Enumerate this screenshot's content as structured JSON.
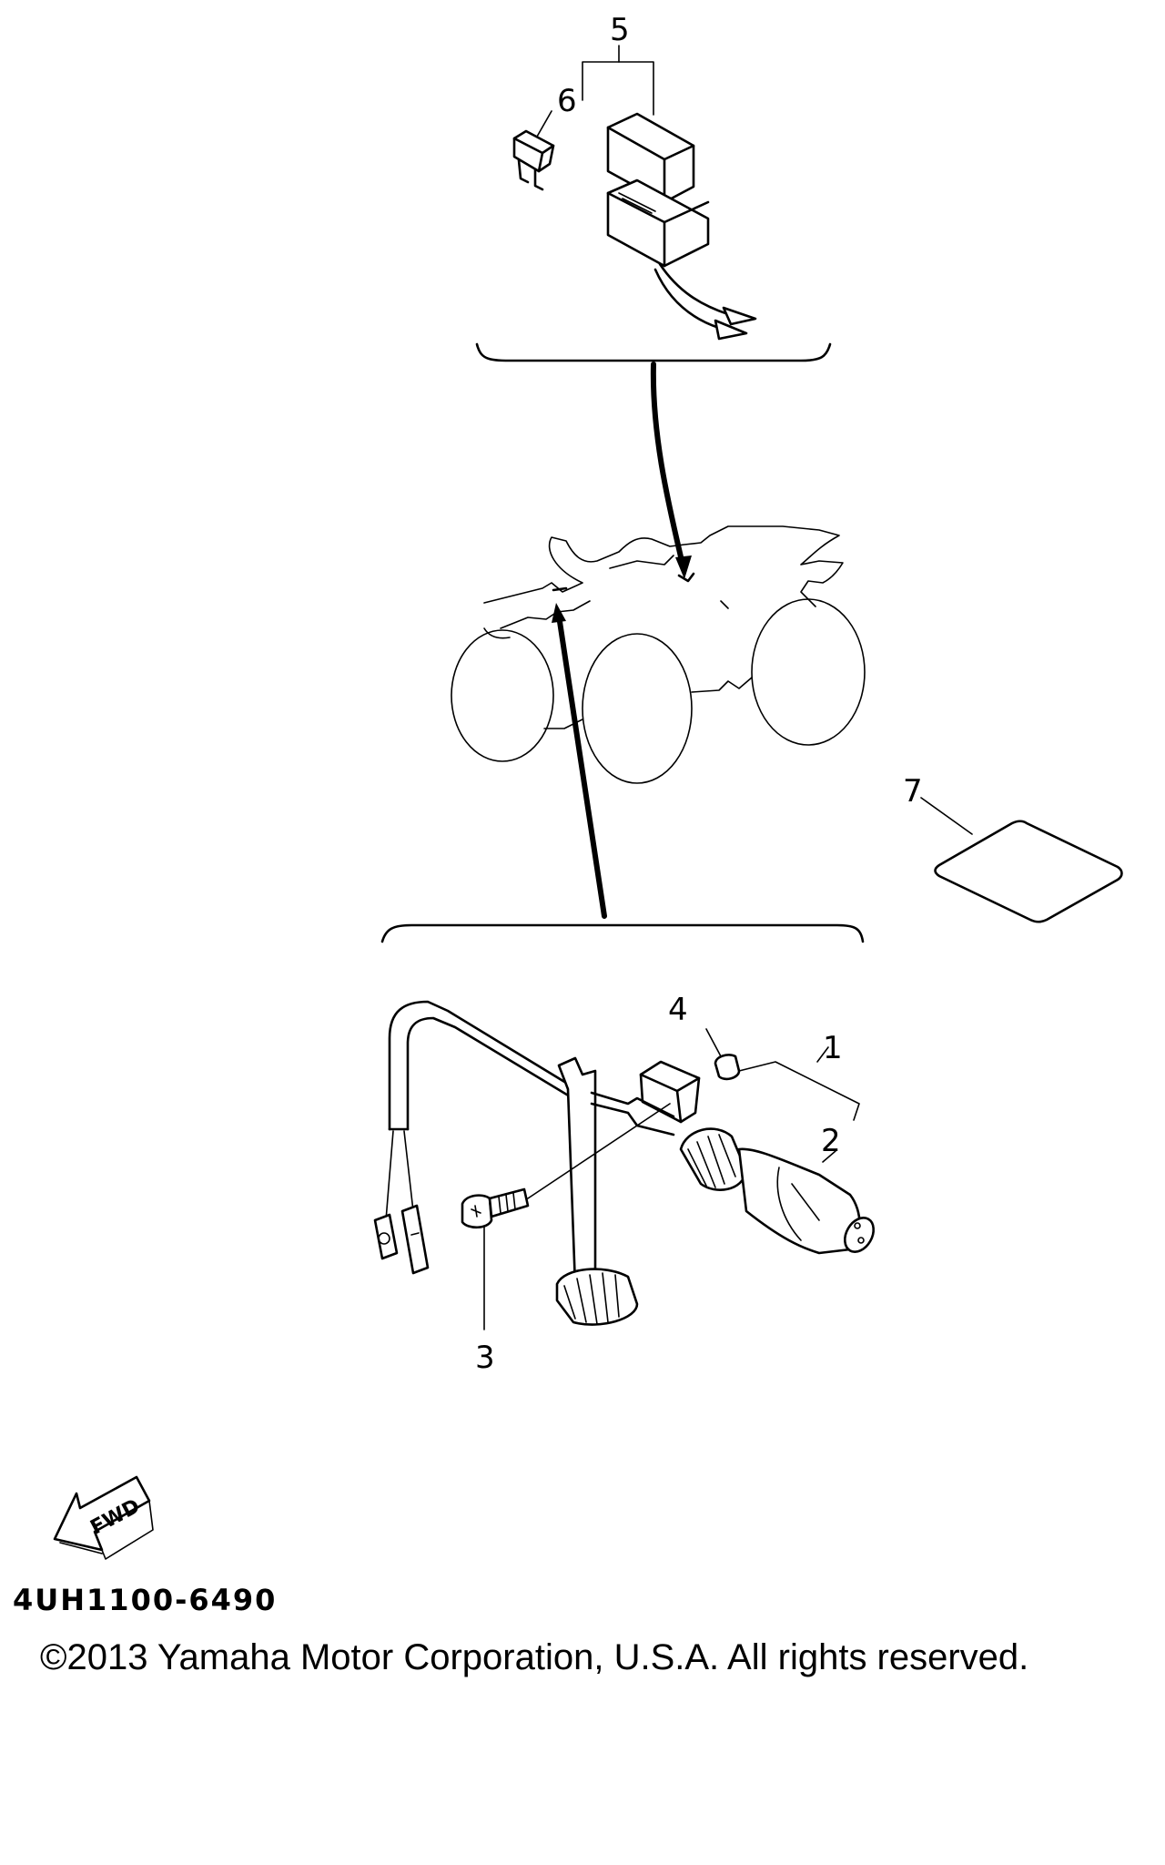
{
  "callouts": {
    "c1": "1",
    "c2": "2",
    "c3": "3",
    "c4": "4",
    "c5": "5",
    "c6": "6",
    "c7": "7"
  },
  "fwd_label": "FWD",
  "part_code": "4UH1100-6490",
  "copyright": "©2013 Yamaha Motor Corporation, U.S.A. All rights reserved."
}
